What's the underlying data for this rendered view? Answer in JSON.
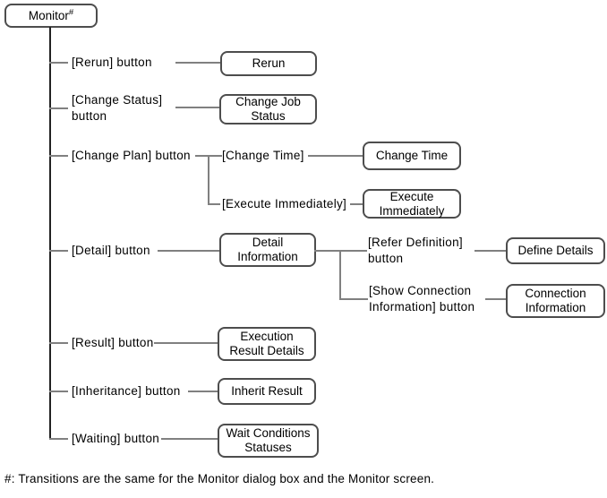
{
  "diagram": {
    "root": {
      "label": "Monitor",
      "note_mark": "#"
    },
    "branches": [
      {
        "trigger": "[Rerun] button",
        "screen": "Rerun"
      },
      {
        "trigger": "[Change Status] button",
        "screen": "Change Job\nStatus"
      },
      {
        "trigger": "[Change Plan] button",
        "children": [
          {
            "trigger": "[Change Time]",
            "screen": "Change Time"
          },
          {
            "trigger": "[Execute Immediately]",
            "screen": "Execute\nImmediately"
          }
        ]
      },
      {
        "trigger": "[Detail] button",
        "screen": "Detail\nInformation",
        "children": [
          {
            "trigger": "[Refer Definition] button",
            "screen": "Define Details"
          },
          {
            "trigger": "[Show Connection Information] button",
            "screen": "Connection\nInformation"
          }
        ]
      },
      {
        "trigger": "[Result] button",
        "screen": "Execution\nResult Details"
      },
      {
        "trigger": "[Inheritance] button",
        "screen": "Inherit Result"
      },
      {
        "trigger": "[Waiting] button",
        "screen": "Wait Conditions\nStatuses"
      }
    ],
    "footnote": "#: Transitions are the same for the Monitor dialog box and the Monitor screen.",
    "colors": {
      "background": "#ffffff",
      "box_border": "#4d4d4d",
      "connector_line": "#808080",
      "trunk_line": "#222222",
      "text": "#000000"
    }
  }
}
